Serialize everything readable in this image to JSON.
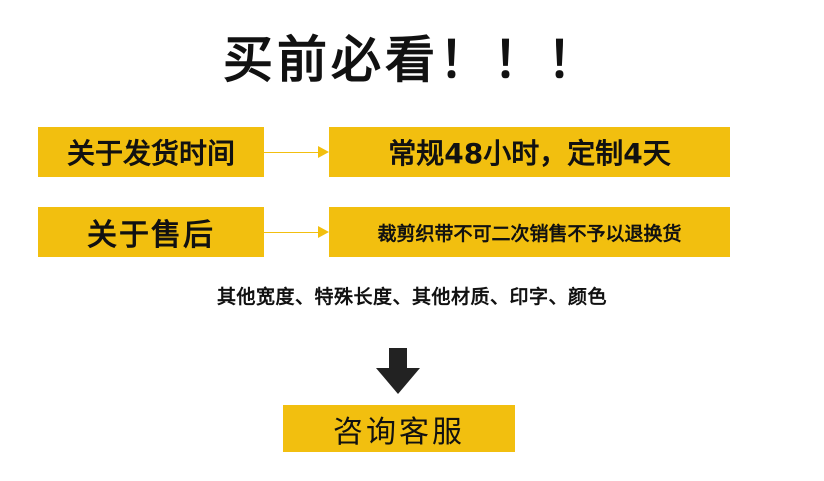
{
  "title": "买前必看！！！",
  "delivery": {
    "label": "关于发货时间",
    "value": "常规48小时，定制4天"
  },
  "aftersale": {
    "label": "关于售后",
    "value": "裁剪织带不可二次销售不予以退换货"
  },
  "note": "其他宽度、特殊长度、其他材质、印字、颜色",
  "contact_label": "咨询客服",
  "icons": {
    "connector": "arrow-right-icon",
    "pointer": "arrow-down-icon"
  },
  "colors": {
    "accent": "#f2bf0f",
    "text": "#111111",
    "dark_arrow": "#222222",
    "background": "#ffffff"
  }
}
